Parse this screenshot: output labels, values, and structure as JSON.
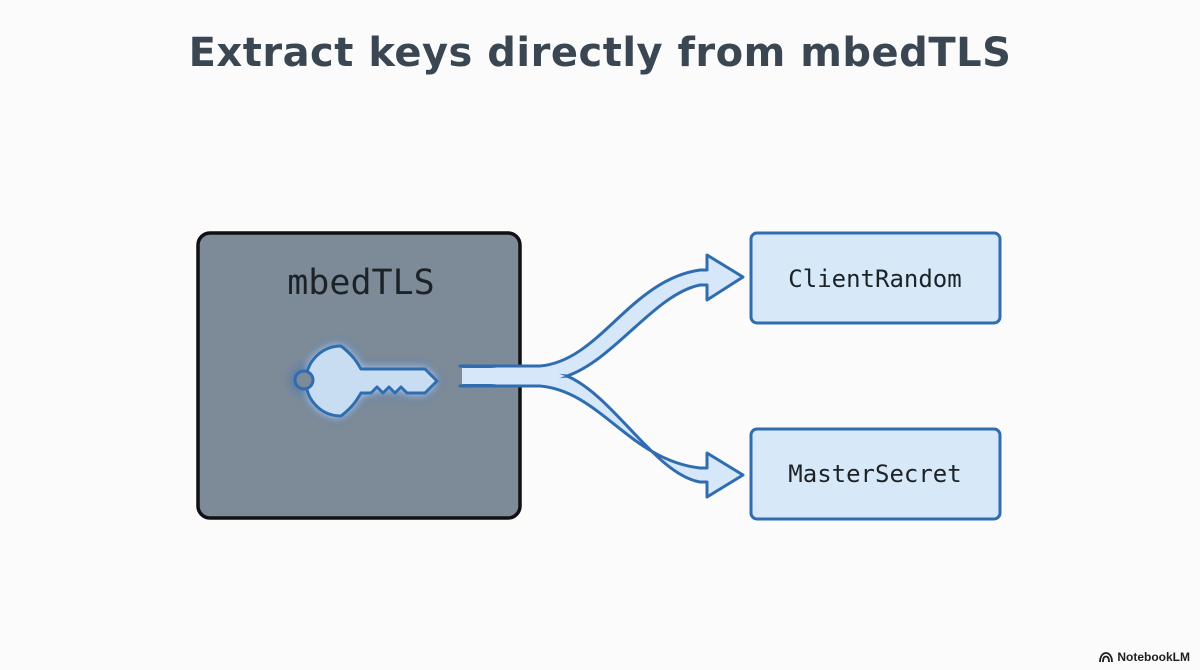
{
  "title": "Extract keys directly from mbedTLS",
  "source_box": {
    "label": "mbedTLS",
    "icon": "key-icon",
    "fill_color": "#7d8b99",
    "border_color": "#111111"
  },
  "outputs": [
    {
      "label": "ClientRandom"
    },
    {
      "label": "MasterSecret"
    }
  ],
  "accent_color": "#2f6db0",
  "arrow_fill_color": "#d5e7f8",
  "output_fill_color": "#d7e8f9",
  "watermark": {
    "icon": "notebooklm-logo-icon",
    "text": "NotebookLM"
  }
}
